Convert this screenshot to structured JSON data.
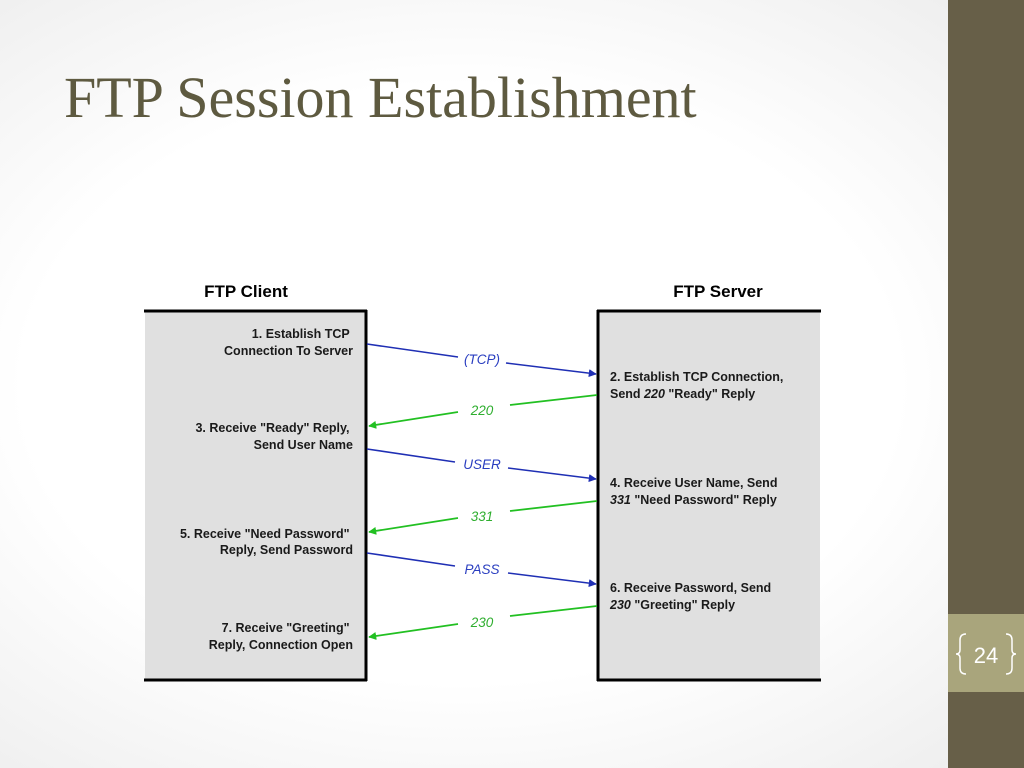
{
  "slide": {
    "title": "FTP Session Establishment",
    "page_number": "24"
  },
  "colors": {
    "title": "#5e5a40",
    "sidebar": "#675f48",
    "page_box": "#a9a57c",
    "arrow_blue": "#1f2fb4",
    "arrow_green": "#22c022",
    "box_fill": "#e0e0e0"
  },
  "diagram": {
    "client_header": "FTP Client",
    "server_header": "FTP Server",
    "client_steps": [
      {
        "line1": "1. Establish TCP",
        "line2": "Connection To Server"
      },
      {
        "line1": "3. Receive \"Ready\" Reply,",
        "line2": "Send User Name"
      },
      {
        "line1": "5. Receive \"Need Password\"",
        "line2": "Reply, Send Password"
      },
      {
        "line1": "7. Receive \"Greeting\"",
        "line2": "Reply, Connection Open"
      }
    ],
    "server_steps": [
      {
        "line1": "2. Establish TCP Connection,",
        "line2_prefix": "Send ",
        "line2_code": "220",
        "line2_suffix": " \"Ready\" Reply"
      },
      {
        "line1": "4. Receive User Name, Send",
        "line2_prefix": "",
        "line2_code": "331",
        "line2_suffix": " \"Need Password\" Reply"
      },
      {
        "line1": "6. Receive Password, Send",
        "line2_prefix": "",
        "line2_code": "230",
        "line2_suffix": " \"Greeting\" Reply"
      }
    ],
    "messages": [
      {
        "label": "(TCP)",
        "direction": "client-to-server",
        "color": "blue"
      },
      {
        "label": "220",
        "direction": "server-to-client",
        "color": "green"
      },
      {
        "label": "USER",
        "direction": "client-to-server",
        "color": "blue"
      },
      {
        "label": "331",
        "direction": "server-to-client",
        "color": "green"
      },
      {
        "label": "PASS",
        "direction": "client-to-server",
        "color": "blue"
      },
      {
        "label": "230",
        "direction": "server-to-client",
        "color": "green"
      }
    ]
  }
}
